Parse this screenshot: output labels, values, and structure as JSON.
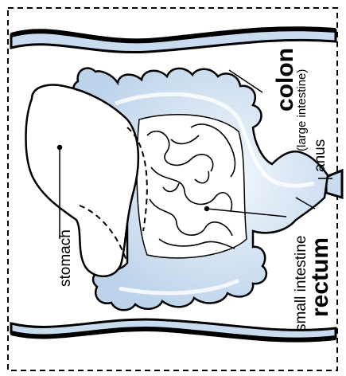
{
  "labels": {
    "stomach": "stomach",
    "colon": "colon",
    "colon_sub": "(large intestine)",
    "anus": "anus",
    "small_intestine": "small intestine",
    "rectum": "rectum"
  },
  "colors": {
    "organ_fill": "#c9dcef",
    "organ_light": "#eef4fb",
    "stroke": "#000000",
    "background": "#ffffff"
  }
}
